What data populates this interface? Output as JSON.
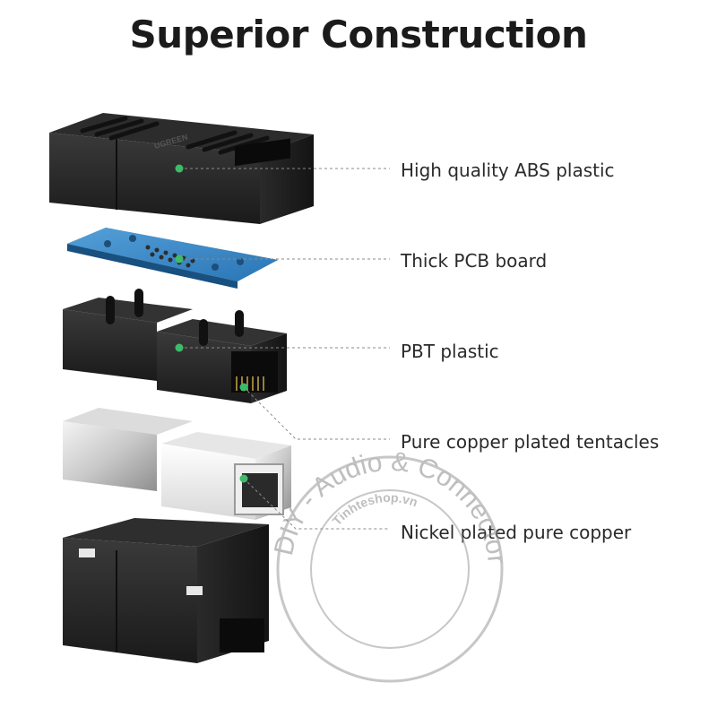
{
  "page": {
    "title": "Superior Construction"
  },
  "callouts": [
    {
      "label": "High quality ABS plastic"
    },
    {
      "label": "Thick PCB board"
    },
    {
      "label": "PBT plastic"
    },
    {
      "label": "Pure copper plated tentacles"
    },
    {
      "label": "Nickel plated pure copper"
    }
  ],
  "product": {
    "brand_mark": "UGREEN"
  },
  "watermark": {
    "outer_text": "DIY - Audio & Connector",
    "inner_text": "Tinhteshop.vn"
  },
  "colors": {
    "accent_dot": "#3dbb6a",
    "leader_line": "#8a8a8a",
    "plastic": "#1e1e1e",
    "pcb": "#3a8fcf"
  }
}
